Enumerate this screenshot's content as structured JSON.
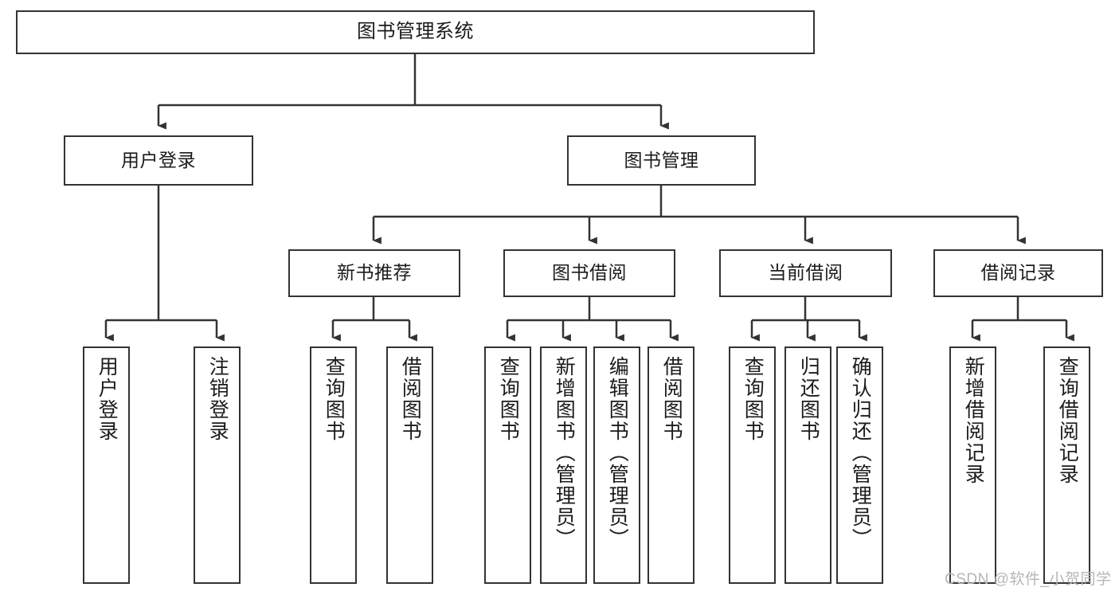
{
  "diagram": {
    "title": "图书管理系统",
    "type": "hierarchy-tree",
    "watermark": "CSDN @软件_小贺同学",
    "colors": {
      "stroke": "#333333",
      "fill": "#ffffff",
      "text": "#1b1b1b",
      "watermark": "#b6b6b6"
    },
    "nodes": {
      "root": {
        "label": "图书管理系统"
      },
      "level1": [
        {
          "label": "用户登录"
        },
        {
          "label": "图书管理"
        }
      ],
      "level2": [
        {
          "label": "新书推荐"
        },
        {
          "label": "图书借阅"
        },
        {
          "label": "当前借阅"
        },
        {
          "label": "借阅记录"
        }
      ],
      "leaves": {
        "user_login": [
          {
            "label": "用户登录"
          },
          {
            "label": "注销登录"
          }
        ],
        "new_book": [
          {
            "label": "查询图书"
          },
          {
            "label": "借阅图书"
          }
        ],
        "book_borrow": [
          {
            "label": "查询图书"
          },
          {
            "label": "新增图书（管理员）"
          },
          {
            "label": "编辑图书（管理员）"
          },
          {
            "label": "借阅图书"
          }
        ],
        "current_borrow": [
          {
            "label": "查询图书"
          },
          {
            "label": "归还图书"
          },
          {
            "label": "确认归还（管理员）"
          }
        ],
        "borrow_record": [
          {
            "label": "新增借阅记录"
          },
          {
            "label": "查询借阅记录"
          }
        ]
      }
    }
  }
}
